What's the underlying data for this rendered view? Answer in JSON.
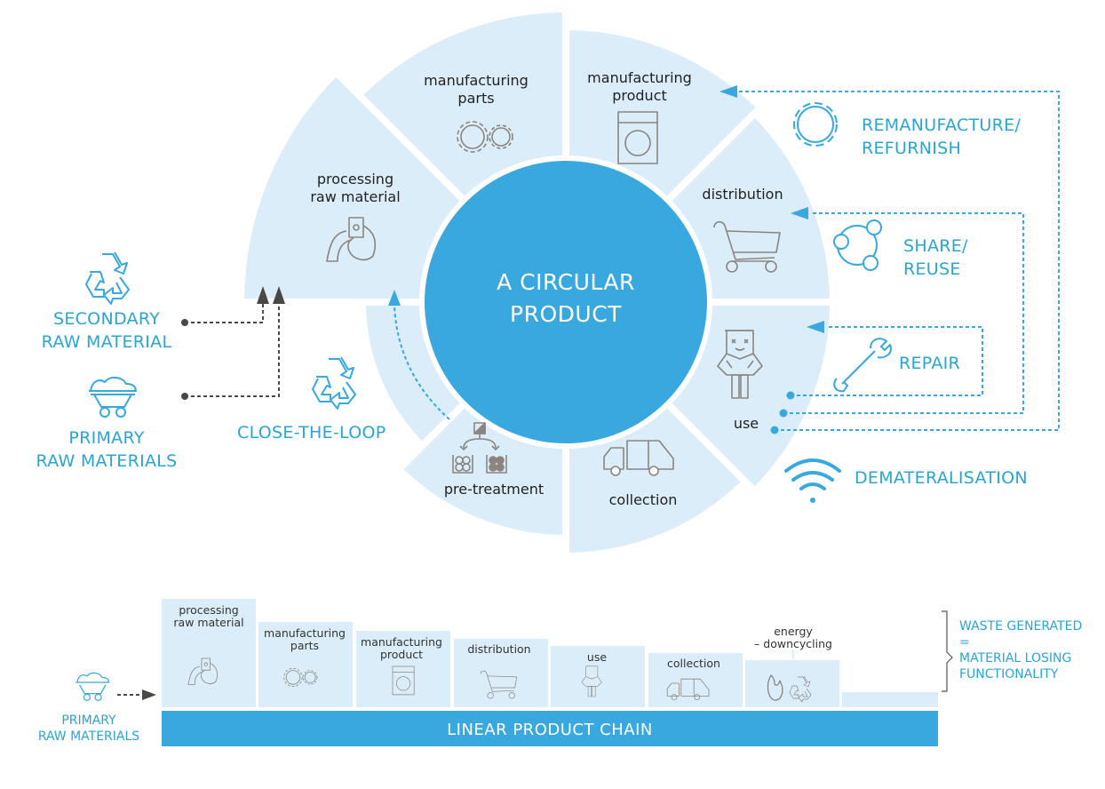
{
  "colors": {
    "segment_fill": "#daedf8",
    "center_fill": "#38a8df",
    "accent_text": "#2aa5d3",
    "icon_gray": "#8a8580",
    "arrow_dark": "#4a4845",
    "dotted_blue": "#38a8df"
  },
  "circular": {
    "center_title_line1": "A CIRCULAR",
    "center_title_line2": "PRODUCT",
    "segments": [
      {
        "id": "processing-raw-material",
        "line1": "processing",
        "line2": "raw material",
        "icon": "pouring-ladle-icon"
      },
      {
        "id": "manufacturing-parts",
        "line1": "manufacturing",
        "line2": "parts",
        "icon": "gears-icon"
      },
      {
        "id": "manufacturing-product",
        "line1": "manufacturing",
        "line2": "product",
        "icon": "washing-machine-icon"
      },
      {
        "id": "distribution",
        "line1": "distribution",
        "line2": "",
        "icon": "shopping-cart-icon"
      },
      {
        "id": "use",
        "line1": "use",
        "line2": "",
        "icon": "person-icon"
      },
      {
        "id": "collection",
        "line1": "collection",
        "line2": "",
        "icon": "garbage-truck-icon"
      },
      {
        "id": "pre-treatment",
        "line1": "pre-treatment",
        "line2": "",
        "icon": "sorting-icon"
      },
      {
        "id": "close-the-loop-segment",
        "line1": "",
        "line2": "",
        "icon": ""
      }
    ],
    "strategies": {
      "remanufacture_line1": "REMANUFACTURE/",
      "remanufacture_line2": "REFURNISH",
      "share_line1": "SHARE/",
      "share_line2": "REUSE",
      "repair": "REPAIR",
      "dematerialisation": "DEMATERALISATION",
      "close_the_loop": "CLOSE-THE-LOOP"
    },
    "inputs": {
      "secondary_line1": "SECONDARY",
      "secondary_line2": "RAW MATERIAL",
      "primary_line1": "PRIMARY",
      "primary_line2": "RAW MATERIALS"
    }
  },
  "linear": {
    "bar_label": "LINEAR PRODUCT CHAIN",
    "input_line1": "PRIMARY",
    "input_line2": "RAW MATERIALS",
    "steps": [
      {
        "line1": "processing",
        "line2": "raw material",
        "icon": "pouring-ladle-icon"
      },
      {
        "line1": "manufacturing",
        "line2": "parts",
        "icon": "gears-icon"
      },
      {
        "line1": "manufacturing",
        "line2": "product",
        "icon": "washing-machine-icon"
      },
      {
        "line1": "distribution",
        "line2": "",
        "icon": "shopping-cart-icon"
      },
      {
        "line1": "use",
        "line2": "",
        "icon": "person-icon"
      },
      {
        "line1": "collection",
        "line2": "",
        "icon": "garbage-truck-icon"
      },
      {
        "line1": "energy",
        "line2": "– downcycling",
        "icon": "flame-recycle-icon"
      },
      {
        "line1": "",
        "line2": "",
        "icon": ""
      }
    ],
    "waste_line1": "WASTE GENERATED",
    "waste_line2": "=",
    "waste_line3": "MATERIAL LOSING",
    "waste_line4": "FUNCTIONALITY"
  }
}
